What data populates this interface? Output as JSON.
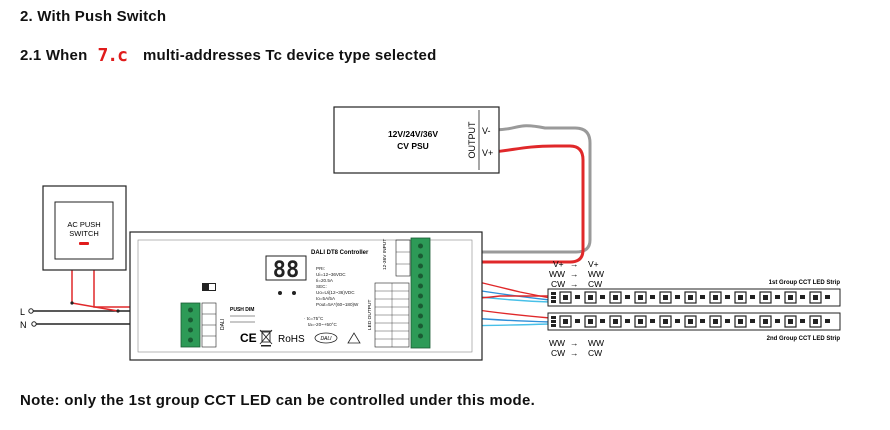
{
  "section_title": "2. With Push Switch",
  "subsection": {
    "prefix": "2.1 When",
    "code": "7.c",
    "suffix": "multi-addresses Tc device type selected"
  },
  "psu": {
    "line1": "12V/24V/36V",
    "line2": "CV PSU",
    "output_label": "OUTPUT",
    "terminal_minus": "V-",
    "terminal_plus": "V+"
  },
  "push_switch": {
    "line1": "AC PUSH",
    "line2": "SWITCH"
  },
  "mains": {
    "live": "L",
    "neutral": "N"
  },
  "controller": {
    "title": "DALI DT8 Controller",
    "display_digits": "88",
    "spec_lines": [
      "PRI:",
      "Ui=12~36VDC",
      "Ii=20.5A",
      "SEC:",
      "Uo=Ui(12~36)VDC",
      "Io=5A/5A",
      "Pout=5A*(60~180)W"
    ],
    "temp_lines": [
      "· tc=75°C",
      "ta=-20~+50°C"
    ],
    "rohs": "RoHS",
    "push_dim_label": "PUSH DIM",
    "led_output_label": "LED OUTPUT",
    "input_label": "12-36V INPUT"
  },
  "wiring": {
    "group1_labels": [
      {
        "from": "V+",
        "to": "V+"
      },
      {
        "from": "WW",
        "to": "WW"
      },
      {
        "from": "CW",
        "to": "CW"
      }
    ],
    "group2_labels": [
      {
        "from": "WW",
        "to": "WW"
      },
      {
        "from": "CW",
        "to": "CW"
      }
    ]
  },
  "strips": {
    "group1": "1st Group CCT LED Strip",
    "group2": "2nd Group CCT LED Strip"
  },
  "note": "Note: only the 1st group CCT LED can be controlled under this mode.",
  "colors": {
    "red_wire": "#e0282a",
    "grey_wire": "#9a9a9a",
    "black_wire": "#222222",
    "blue_wire": "#2f8fd8",
    "cyan_wire": "#48c0e8",
    "terminal_green": "#2d9a57",
    "accent_red": "#e01b1b"
  }
}
